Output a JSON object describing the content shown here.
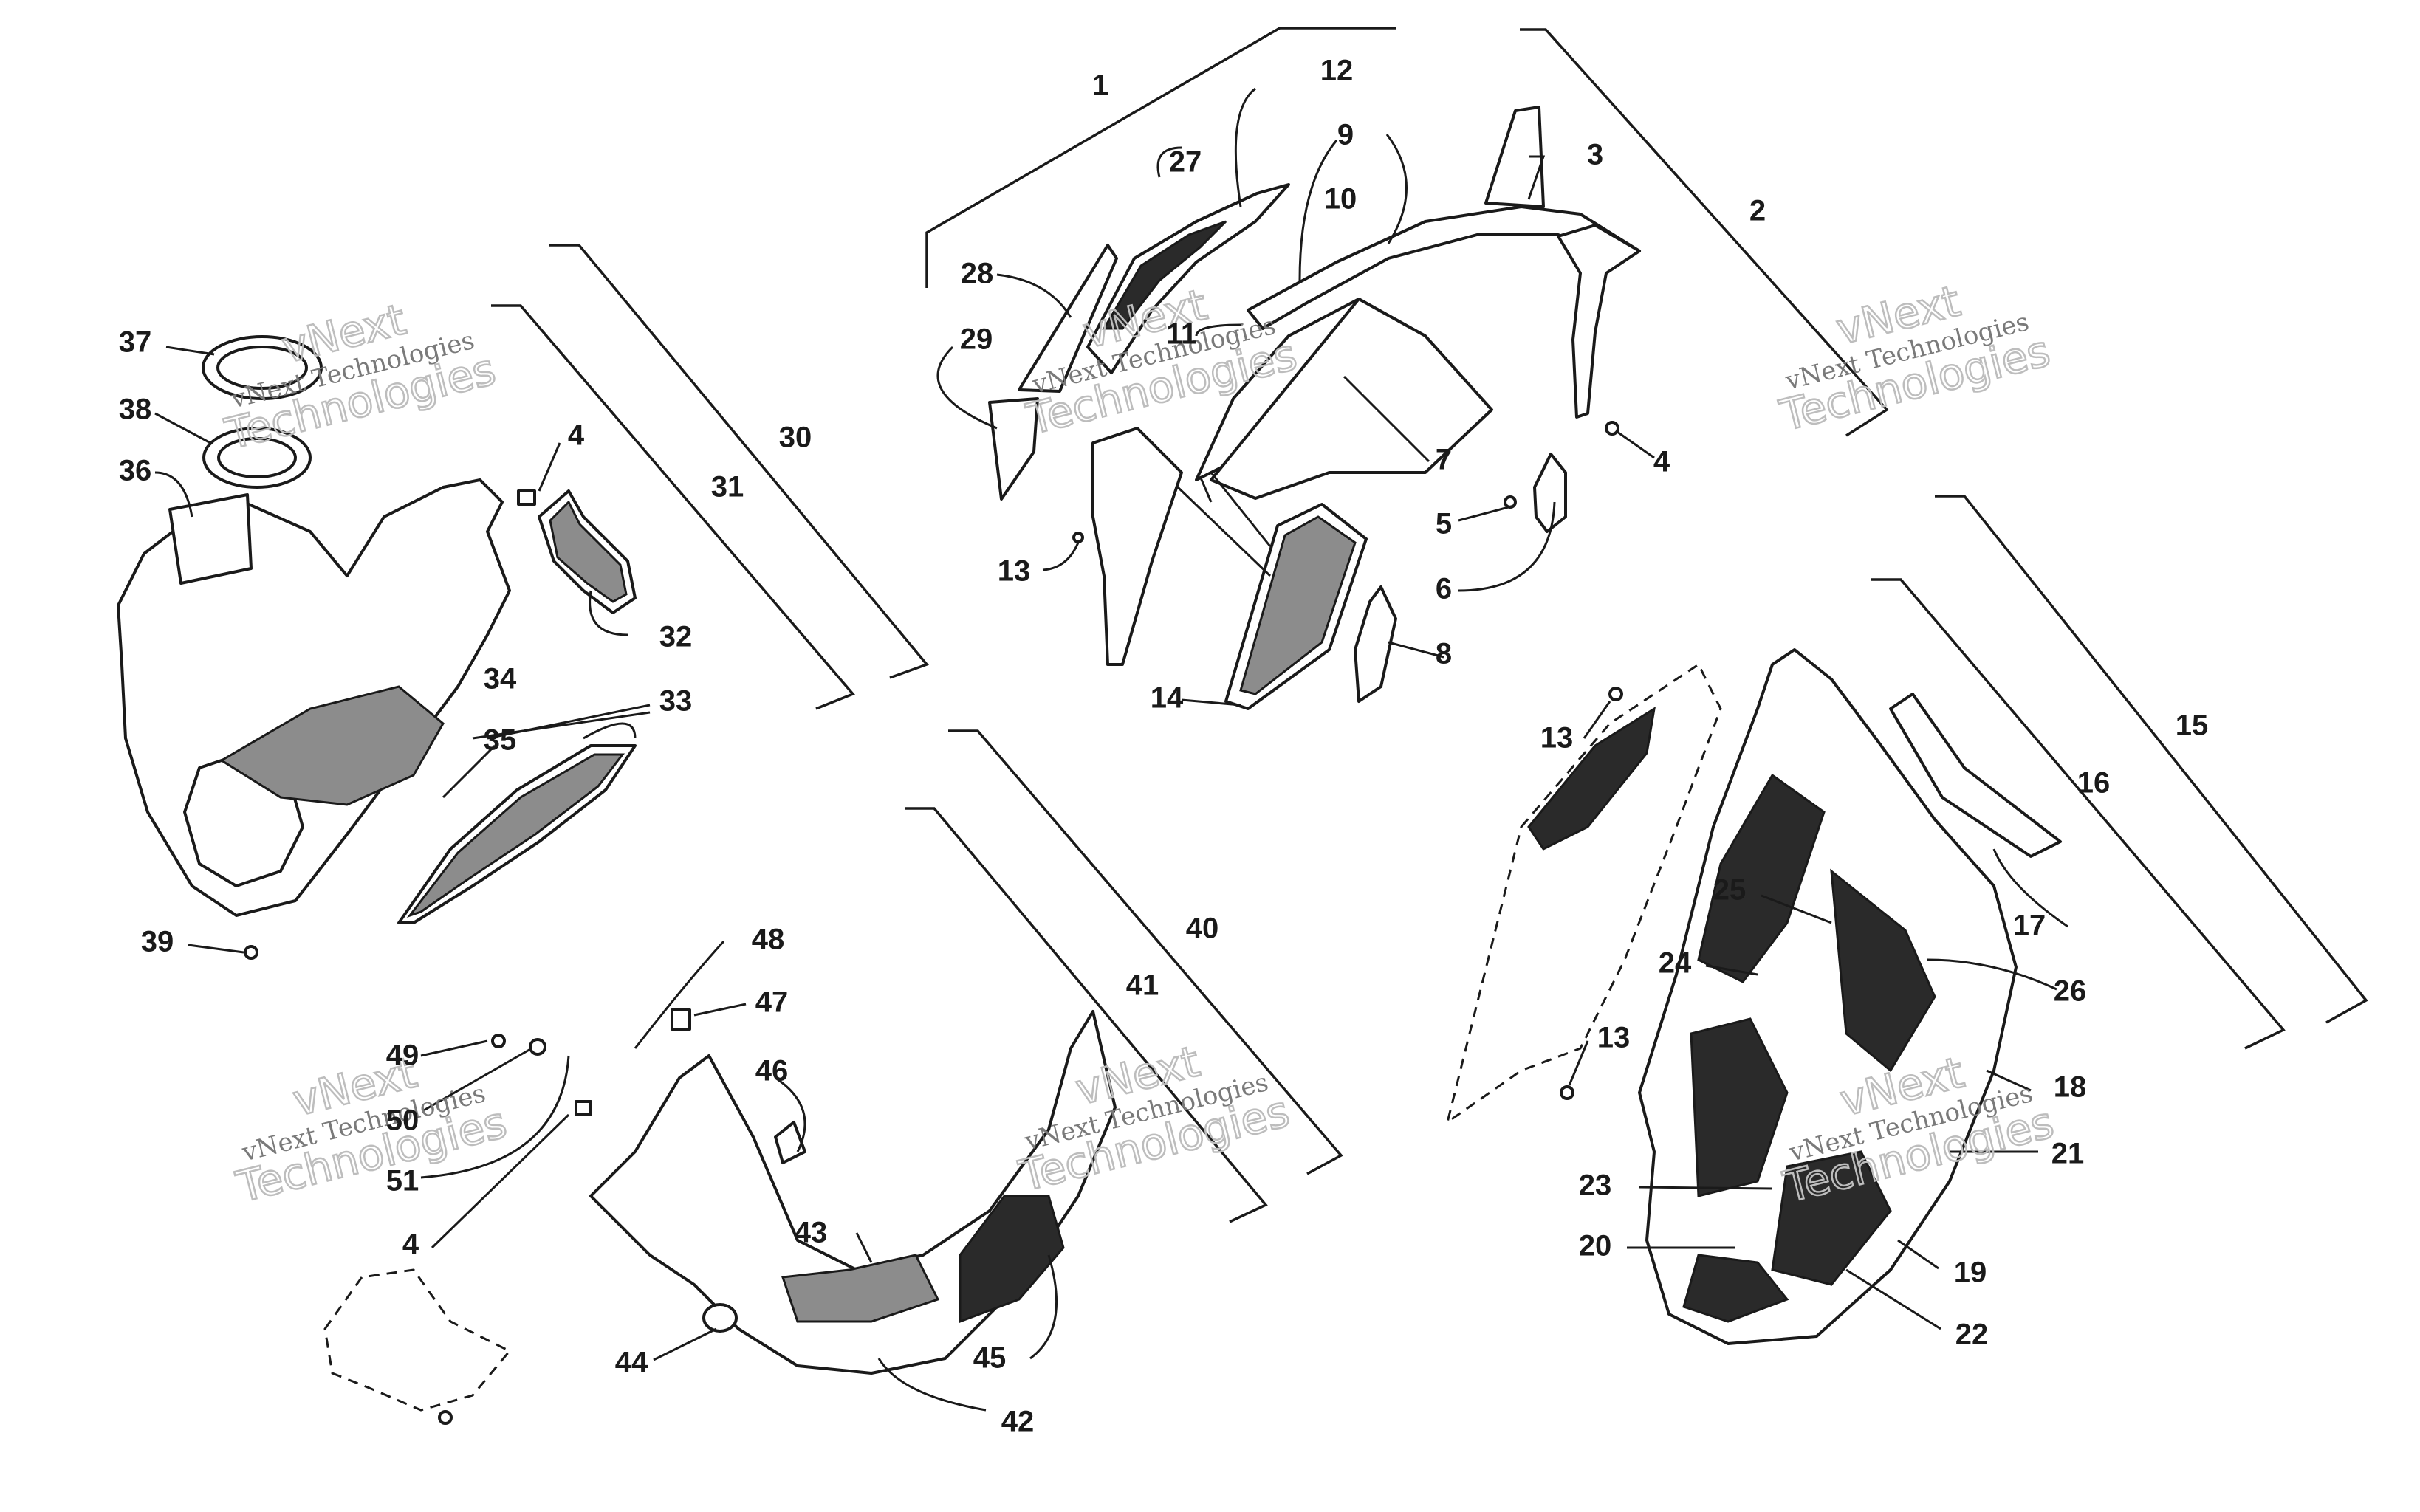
{
  "watermark": {
    "line1": "vNext",
    "line2": "vNext Technologies",
    "line3": "Technologies"
  },
  "callouts": [
    "1",
    "2",
    "3",
    "4",
    "4",
    "4",
    "5",
    "6",
    "7",
    "8",
    "9",
    "10",
    "11",
    "12",
    "13",
    "13",
    "13",
    "14",
    "15",
    "16",
    "17",
    "18",
    "19",
    "20",
    "21",
    "22",
    "23",
    "24",
    "25",
    "26",
    "27",
    "28",
    "29",
    "30",
    "31",
    "32",
    "33",
    "34",
    "35",
    "36",
    "37",
    "38",
    "39",
    "40",
    "41",
    "42",
    "43",
    "44",
    "45",
    "46",
    "47",
    "48",
    "49",
    "50",
    "51"
  ],
  "colors": {
    "ink": "#1a1a1a",
    "watermark_text": "#7a7a7a",
    "watermark_outline": "#bdbdbd",
    "background": "#ffffff"
  }
}
